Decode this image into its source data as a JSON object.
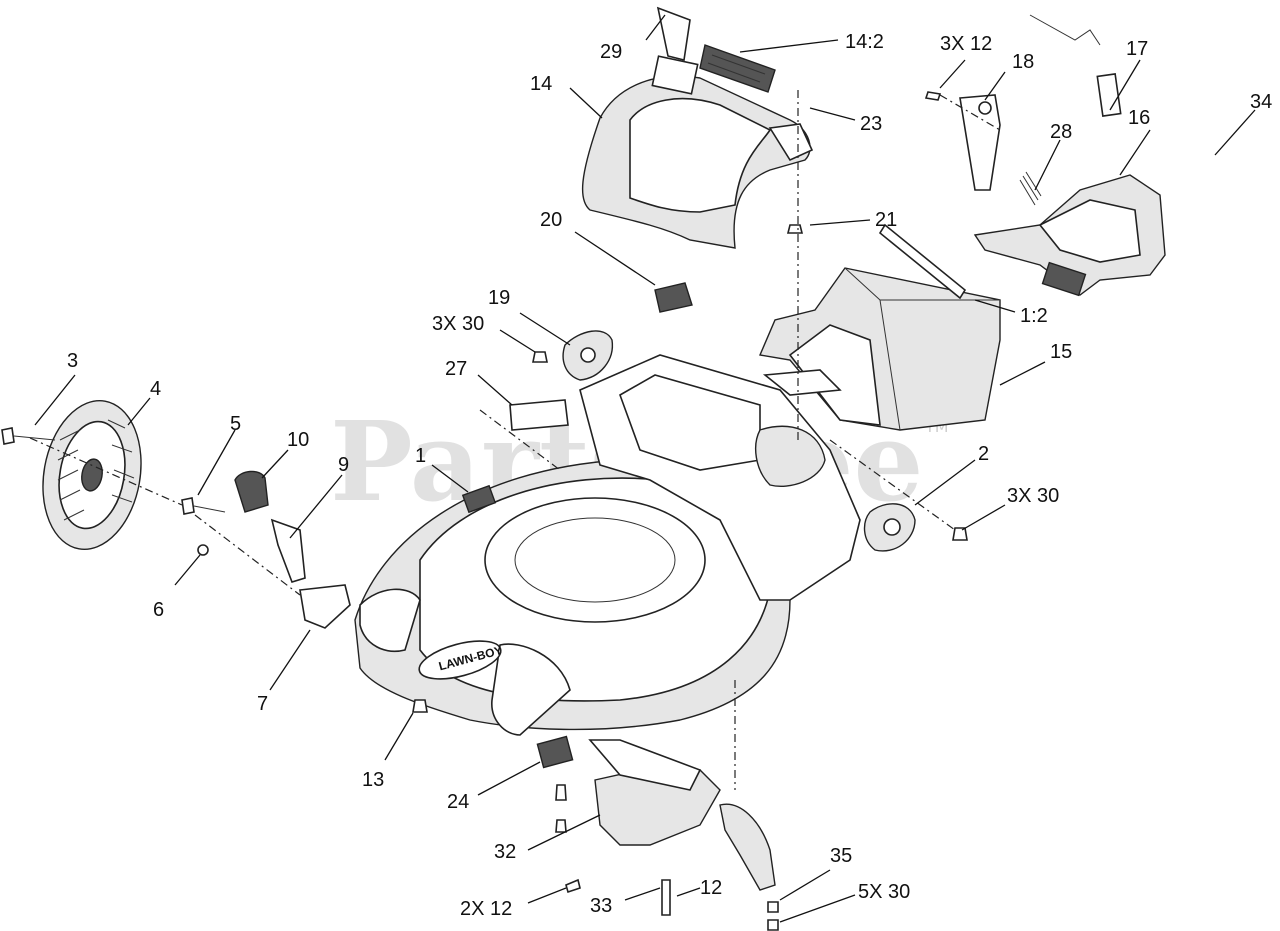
{
  "watermark": {
    "text": "PartsTree",
    "tm": "TM"
  },
  "deck_badge": "LAWN-BOY",
  "callouts": [
    {
      "id": "c29",
      "label": "29"
    },
    {
      "id": "c14-2",
      "label": "14:2"
    },
    {
      "id": "c14",
      "label": "14"
    },
    {
      "id": "c23",
      "label": "23"
    },
    {
      "id": "c3x12",
      "label": "3X 12"
    },
    {
      "id": "c18",
      "label": "18"
    },
    {
      "id": "c17",
      "label": "17"
    },
    {
      "id": "c34",
      "label": "34"
    },
    {
      "id": "c16",
      "label": "16"
    },
    {
      "id": "c28",
      "label": "28"
    },
    {
      "id": "c20",
      "label": "20"
    },
    {
      "id": "c21",
      "label": "21"
    },
    {
      "id": "c1-2",
      "label": "1:2"
    },
    {
      "id": "c19",
      "label": "19"
    },
    {
      "id": "c3x30a",
      "label": "3X 30"
    },
    {
      "id": "c15",
      "label": "15"
    },
    {
      "id": "c27",
      "label": "27"
    },
    {
      "id": "c3",
      "label": "3"
    },
    {
      "id": "c4",
      "label": "4"
    },
    {
      "id": "c5",
      "label": "5"
    },
    {
      "id": "c10",
      "label": "10"
    },
    {
      "id": "c9",
      "label": "9"
    },
    {
      "id": "c1",
      "label": "1"
    },
    {
      "id": "c2",
      "label": "2"
    },
    {
      "id": "c3x30b",
      "label": "3X 30"
    },
    {
      "id": "c6",
      "label": "6"
    },
    {
      "id": "c7",
      "label": "7"
    },
    {
      "id": "c13",
      "label": "13"
    },
    {
      "id": "c24",
      "label": "24"
    },
    {
      "id": "c32",
      "label": "32"
    },
    {
      "id": "c35",
      "label": "35"
    },
    {
      "id": "c2x12",
      "label": "2X 12"
    },
    {
      "id": "c33",
      "label": "33"
    },
    {
      "id": "c12",
      "label": "12"
    },
    {
      "id": "c5x30",
      "label": "5X 30"
    }
  ]
}
